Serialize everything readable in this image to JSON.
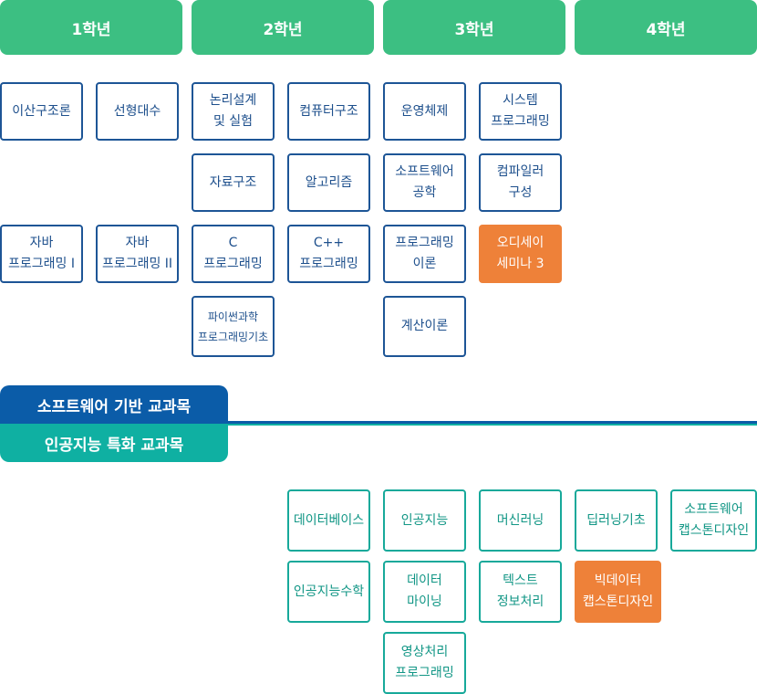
{
  "years": [
    "1학년",
    "2학년",
    "3학년",
    "4학년"
  ],
  "software_courses": [
    "이산구조론",
    "선형대수",
    "논리설계\n및 실험",
    "컴퓨터구조",
    "운영체제",
    "시스템\n프로그래밍",
    "자료구조",
    "알고리즘",
    "소프트웨어\n공학",
    "컴파일러\n구성",
    "자바\n프로그래밍 I",
    "자바\n프로그래밍 II",
    "C\n프로그래밍",
    "C++\n프로그래밍",
    "프로그래밍\n이론",
    "오디세이\n세미나 3",
    "파이썬과학\n프로그래밍기초",
    "계산이론"
  ],
  "tabs": {
    "software": "소프트웨어 기반 교과목",
    "ai": "인공지능 특화 교과목"
  },
  "ai_courses": [
    "데이터베이스",
    "인공지능",
    "머신러닝",
    "딥러닝기초",
    "소프트웨어\n캡스톤디자인",
    "인공지능수학",
    "데이터\n마이닝",
    "텍스트\n정보처리",
    "빅데이터\n캡스톤디자인",
    "영상처리\n프로그래밍"
  ],
  "colors": {
    "year_header": "#3cbf82",
    "software_border": "#1d5596",
    "ai_border": "#17a99a",
    "highlight": "#ee8139",
    "tab_software": "#0b5ca8",
    "tab_ai": "#0fb0a2"
  }
}
